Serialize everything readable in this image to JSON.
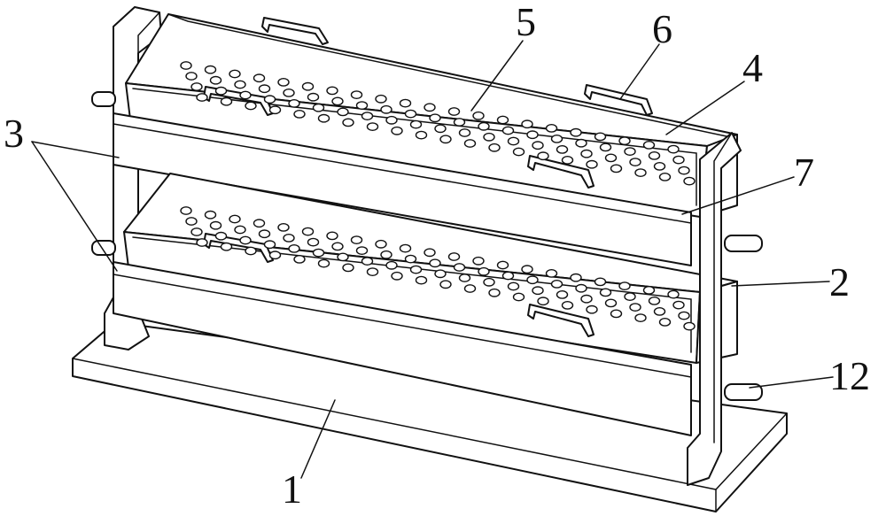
{
  "labels": [
    {
      "id": "base",
      "text": "1"
    },
    {
      "id": "side-frame",
      "text": "2"
    },
    {
      "id": "rail",
      "text": "3"
    },
    {
      "id": "tray",
      "text": "4"
    },
    {
      "id": "hole",
      "text": "5"
    },
    {
      "id": "handle",
      "text": "6"
    },
    {
      "id": "slot-block",
      "text": "7"
    },
    {
      "id": "rod",
      "text": "12"
    }
  ]
}
